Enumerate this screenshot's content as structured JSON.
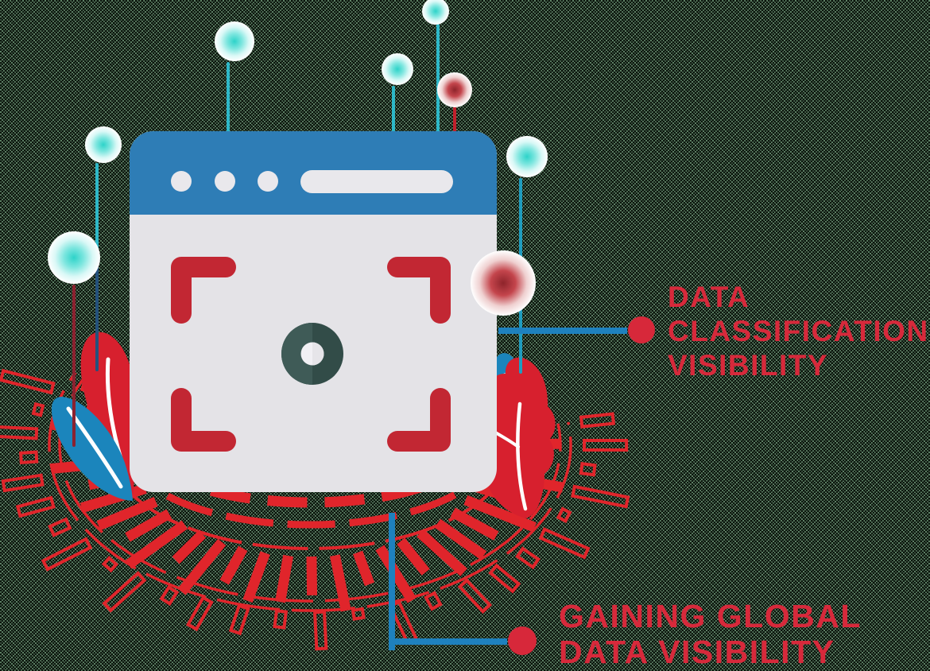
{
  "illustration": {
    "callouts": [
      {
        "id": "data-classification-visibility",
        "lines": [
          "DATA",
          "CLASSIFICATION",
          "VISIBILITY"
        ]
      },
      {
        "id": "gaining-global-data-visibility",
        "lines": [
          "GAINING GLOBAL",
          "DATA VISIBILITY"
        ]
      }
    ],
    "icons": [
      "browser-window-icon",
      "viewfinder-icon",
      "camera-lens-icon",
      "balloon-icon",
      "leaf-icon",
      "radial-tick-mandala-icon",
      "callout-bullet-icon",
      "window-control-dots-icon",
      "address-bar-icon"
    ],
    "colors": {
      "background_green": "#5d8065",
      "noise_dark": "#0b120c",
      "red_text": "#d7293b",
      "red_ticks": "#e0252b",
      "red_viewfinder": "#c22733",
      "red_leaf": "#d7202e",
      "blue_header": "#2e7db6",
      "blue_leaf": "#1b85bc",
      "blue_connector": "#1e81be",
      "teal_balloon": "#2ed3c9",
      "teal_stem": "#2db8c8",
      "navy_stem": "#24517c",
      "dark_red_stem": "#8b2230",
      "window_body": "#e4e3e7",
      "window_chrome": "#e9e8ec",
      "lens_left": "#3f5b57",
      "lens_right": "#324c48",
      "lens_hole": "#f1f0f4",
      "red_glow_center": "#8e242b"
    }
  }
}
